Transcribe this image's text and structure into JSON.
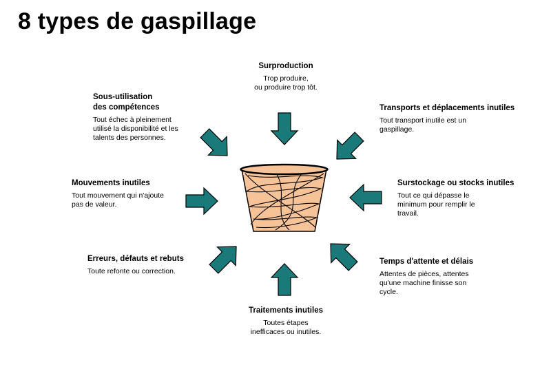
{
  "title": "8 types de gaspillage",
  "colors": {
    "arrow": "#1a7a7a",
    "arrow_stroke": "#000000",
    "basket": "#f6c297",
    "basket_line": "#000000"
  },
  "wastes": [
    {
      "id": "surproduction",
      "heading": "Surproduction",
      "description": "Trop produire,\nou produire trop tôt."
    },
    {
      "id": "transports",
      "heading": "Transports et déplacements inutiles",
      "description": "Tout transport inutile est un\ngaspillage."
    },
    {
      "id": "surstockage",
      "heading": "Surstockage ou stocks inutiles",
      "description": "Tout ce qui dépasse le\nminimum pour remplir le\ntravail."
    },
    {
      "id": "attente",
      "heading": "Temps d'attente et délais",
      "description": "Attentes de pièces, attentes\nqu'une machine finisse son\ncycle."
    },
    {
      "id": "traitements",
      "heading": "Traitements inutiles",
      "description": "Toutes étapes\ninefficaces ou inutiles."
    },
    {
      "id": "erreurs",
      "heading": "Erreurs, défauts et rebuts",
      "description": "Toute refonte ou correction."
    },
    {
      "id": "mouvements",
      "heading": "Mouvements inutiles",
      "description": "Tout mouvement qui n'ajoute\npas de valeur."
    },
    {
      "id": "sous-utilisation",
      "heading": "Sous-utilisation\ndes compétences",
      "description": "Tout échec à pleinement\nutilisé la disponibilité et les\ntalents des personnes."
    }
  ]
}
